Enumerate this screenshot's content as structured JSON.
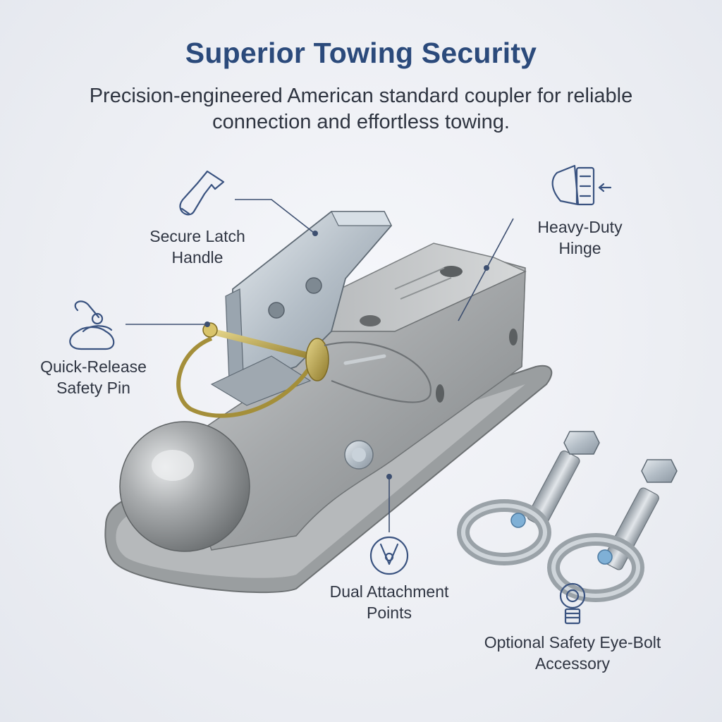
{
  "header": {
    "title": "Superior Towing Security",
    "subtitle": "Precision-engineered American standard coupler for reliable connection and effortless towing."
  },
  "callouts": {
    "latch": {
      "label": "Secure Latch Handle",
      "icon": "latch-handle-icon"
    },
    "pin": {
      "label": "Quick-Release Safety Pin",
      "icon": "safety-pin-icon"
    },
    "hinge": {
      "label": "Heavy-Duty Hinge",
      "icon": "hinge-icon"
    },
    "attach": {
      "label": "Dual Attachment Points",
      "icon": "attachment-point-icon"
    },
    "eyebolt": {
      "label": "Optional Safety Eye-Bolt Accessory",
      "icon": "eye-bolt-icon"
    }
  },
  "colors": {
    "title": "#2b4a7b",
    "text": "#2e3440",
    "icon": "#3a5380",
    "steel": "#a9acae",
    "zinc": "#c7cfd6",
    "brass": "#b8a048"
  }
}
